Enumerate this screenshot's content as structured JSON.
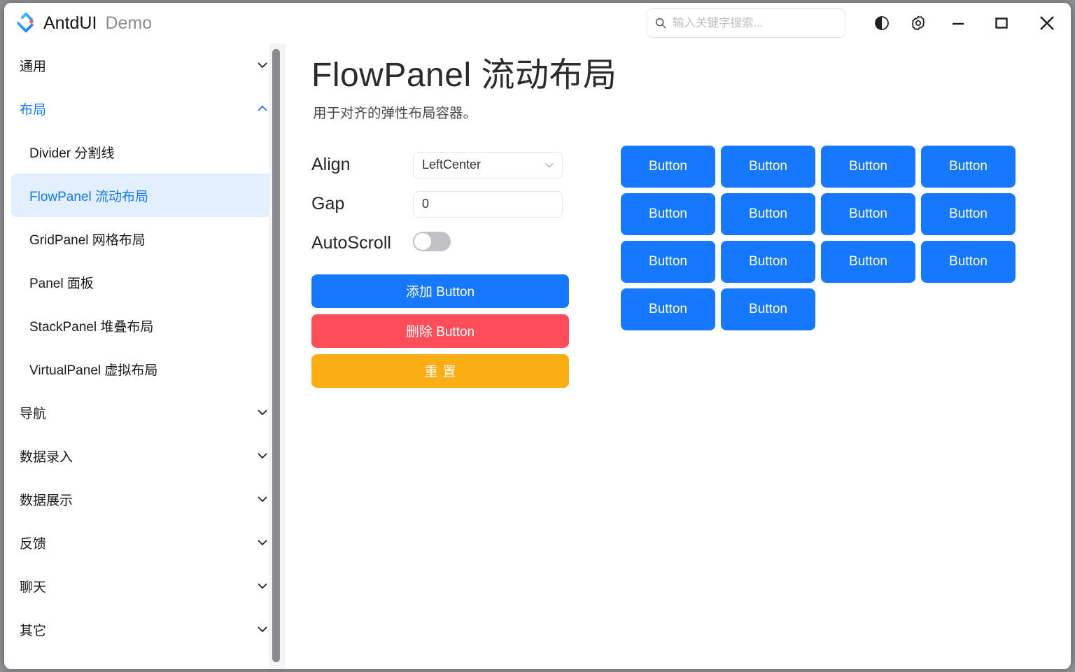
{
  "window": {
    "brand_name": "AntdUI",
    "brand_sub": "Demo",
    "logo_icon": "antdui-logo-icon"
  },
  "titlebar": {
    "search": {
      "placeholder": "输入关键字搜索...",
      "value": "",
      "icon": "search-icon"
    },
    "buttons": [
      {
        "name": "theme-toggle-button",
        "icon": "contrast-circle-icon"
      },
      {
        "name": "settings-button",
        "icon": "gear-icon"
      },
      {
        "name": "minimize-button",
        "icon": "minimize-icon"
      },
      {
        "name": "maximize-button",
        "icon": "maximize-icon"
      },
      {
        "name": "close-button",
        "icon": "close-icon"
      }
    ]
  },
  "sidebar": {
    "groups": [
      {
        "label": "通用",
        "open": false,
        "items": []
      },
      {
        "label": "布局",
        "open": true,
        "items": [
          {
            "label": "Divider 分割线",
            "active": false
          },
          {
            "label": "FlowPanel 流动布局",
            "active": true
          },
          {
            "label": "GridPanel 网格布局",
            "active": false
          },
          {
            "label": "Panel 面板",
            "active": false
          },
          {
            "label": "StackPanel 堆叠布局",
            "active": false
          },
          {
            "label": "VirtualPanel 虚拟布局",
            "active": false
          }
        ]
      },
      {
        "label": "导航",
        "open": false,
        "items": []
      },
      {
        "label": "数据录入",
        "open": false,
        "items": []
      },
      {
        "label": "数据展示",
        "open": false,
        "items": []
      },
      {
        "label": "反馈",
        "open": false,
        "items": []
      },
      {
        "label": "聊天",
        "open": false,
        "items": []
      },
      {
        "label": "其它",
        "open": false,
        "items": []
      }
    ]
  },
  "main": {
    "title": "FlowPanel 流动布局",
    "description": "用于对齐的弹性布局容器。",
    "controls": {
      "align_label": "Align",
      "align_value": "LeftCenter",
      "align_options": [
        "LeftCenter"
      ],
      "gap_label": "Gap",
      "gap_value": "0",
      "autoscroll_label": "AutoScroll",
      "autoscroll_on": false
    },
    "actions": {
      "add_label": "添加 Button",
      "delete_label": "删除 Button",
      "reset_label": "重置"
    },
    "flow_panel": {
      "button_label": "Button",
      "count": 14,
      "buttons": [
        "Button",
        "Button",
        "Button",
        "Button",
        "Button",
        "Button",
        "Button",
        "Button",
        "Button",
        "Button",
        "Button",
        "Button",
        "Button",
        "Button"
      ]
    }
  },
  "colors": {
    "primary": "#1677ff",
    "danger": "#ff4d5a",
    "warning": "#fbad14",
    "active_bg": "#e1effe",
    "text": "#18191b"
  }
}
